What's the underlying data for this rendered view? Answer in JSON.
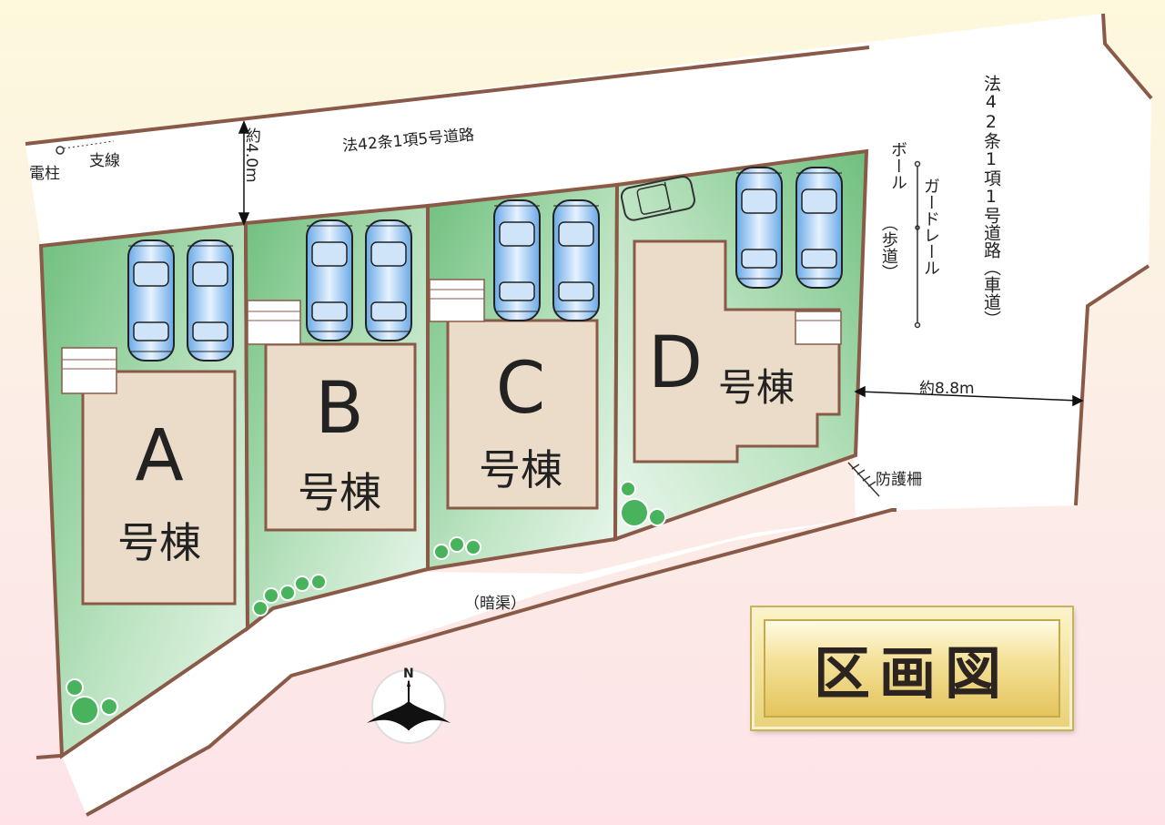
{
  "title": "区画図",
  "roads": {
    "north_road": "法42条1項5号道路",
    "east_road": "法42条1項1号道路（車道）",
    "sidewalk": "（歩道）",
    "culvert": "（暗渠）"
  },
  "labels": {
    "utility_pole": "電柱",
    "guy_wire": "支線",
    "guardrail": "ガードレール",
    "bollard": "ボール",
    "protective_fence": "防護柵"
  },
  "dimensions": {
    "north_road_width": "約4.0m",
    "east_road_width": "約8.8m"
  },
  "units": [
    {
      "letter": "A",
      "suffix": "号棟"
    },
    {
      "letter": "B",
      "suffix": "号棟"
    },
    {
      "letter": "C",
      "suffix": "号棟"
    },
    {
      "letter": "D",
      "suffix": "号棟"
    }
  ],
  "compass": {
    "label": "N"
  },
  "colors": {
    "lot_green": "#7cc68a",
    "lot_border": "#8a5a48",
    "house_fill": "#eadcc9",
    "road_fill": "#ffffff"
  }
}
